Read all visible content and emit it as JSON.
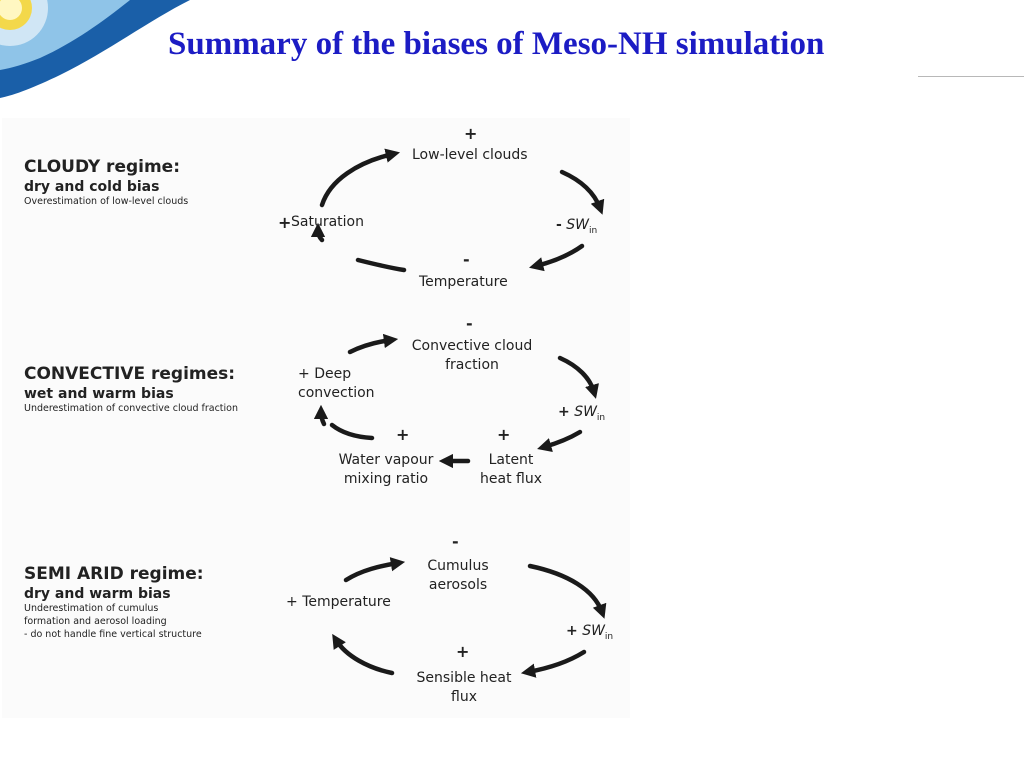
{
  "title": "Summary of the biases of Meso-NH simulation",
  "regimes": [
    {
      "name": "CLOUDY regime:",
      "bias": "dry and cold bias",
      "description": [
        "Overestimation of low-level clouds"
      ],
      "nodes": {
        "top": {
          "sign": "+",
          "label": "Low-level clouds"
        },
        "right": {
          "sign": "-",
          "label": "SW",
          "sub": "in"
        },
        "bottom": {
          "sign": "-",
          "label": "Temperature"
        },
        "left": {
          "sign": "+",
          "label": "Saturation"
        }
      }
    },
    {
      "name": "CONVECTIVE  regimes:",
      "bias": "wet and warm bias",
      "description": [
        "Underestimation of convective cloud fraction"
      ],
      "nodes": {
        "top": {
          "sign": "-",
          "label": [
            "Convective cloud",
            "fraction"
          ]
        },
        "right": {
          "sign": "+",
          "label": "SW",
          "sub": "in"
        },
        "bottom_right": {
          "sign": "+",
          "label": [
            "Latent",
            "heat flux"
          ]
        },
        "bottom_left": {
          "sign": "+",
          "label": [
            "Water vapour",
            "mixing ratio"
          ]
        },
        "left": {
          "sign": "+",
          "label": [
            "Deep",
            "convection"
          ]
        }
      }
    },
    {
      "name": "SEMI ARID regime:",
      "bias": "dry and warm bias",
      "description": [
        "Underestimation of cumulus",
        "formation and aerosol loading",
        "- do not handle fine vertical structure"
      ],
      "nodes": {
        "top": {
          "sign": "-",
          "label": [
            "Cumulus",
            "aerosols"
          ]
        },
        "right": {
          "sign": "+",
          "label": "SW",
          "sub": "in"
        },
        "bottom": {
          "sign": "+",
          "label": [
            "Sensible heat",
            "flux"
          ]
        },
        "left": {
          "sign": "+",
          "label": "Temperature"
        }
      }
    }
  ],
  "colors": {
    "title": "#1c1cc4",
    "arrow": "#1a1a1a",
    "logo_blue": "#1a5fa8",
    "logo_sun": "#f3d84a"
  }
}
